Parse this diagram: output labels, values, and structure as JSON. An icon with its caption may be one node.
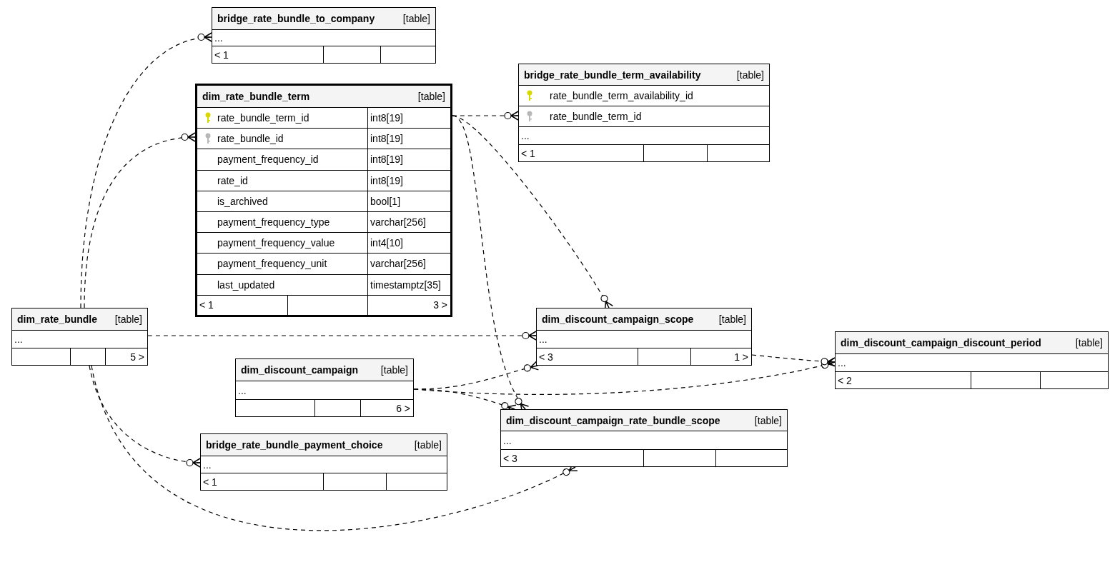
{
  "diagram": {
    "nodes": [
      {
        "text": [
          "bridge_rate_bundle_to_company",
          "[table]",
          "...",
          "< 1"
        ]
      },
      {
        "text": [
          "bridge_rate_bundle_term_availability",
          "[table]",
          "rate_bundle_term_availability_id",
          "rate_bundle_term_id",
          "...",
          "< 1"
        ]
      },
      {
        "text": [
          "dim_rate_bundle_term",
          "[table]",
          "rate_bundle_term_id",
          "int8[19]",
          "rate_bundle_id",
          "int8[19]",
          "payment_frequency_id",
          "int8[19]",
          "rate_id",
          "int8[19]",
          "is_archived",
          "bool[1]",
          "payment_frequency_type",
          "varchar[256]",
          "payment_frequency_value",
          "int4[10]",
          "payment_frequency_unit",
          "varchar[256]",
          "last_updated",
          "timestamptz[35]",
          "< 1",
          "3 >"
        ]
      },
      {
        "text": [
          "dim_rate_bundle",
          "[table]",
          "...",
          "5 >"
        ]
      },
      {
        "text": [
          "dim_discount_campaign_scope",
          "[table]",
          "...",
          "< 3",
          "1 >"
        ]
      },
      {
        "text": [
          "dim_discount_campaign_discount_period",
          "[table]",
          "...",
          "< 2"
        ]
      },
      {
        "text": [
          "dim_discount_campaign",
          "[table]",
          "...",
          "6 >"
        ]
      },
      {
        "text": [
          "bridge_rate_bundle_payment_choice",
          "[table]",
          "...",
          "< 1"
        ]
      },
      {
        "text": [
          "dim_discount_campaign_rate_bundle_scope",
          "[table]",
          "...",
          "< 3"
        ]
      }
    ],
    "edges": [
      {
        "from": 3,
        "to": 0,
        "arrow": "other",
        "style": "dashed"
      },
      {
        "from": 3,
        "to": 2,
        "arrow": "other",
        "style": "dashed"
      },
      {
        "from": 2,
        "to": 1,
        "arrow": "other",
        "style": "dashed"
      },
      {
        "from": 2,
        "to": 4,
        "arrow": "other",
        "style": "dashed"
      },
      {
        "from": 2,
        "to": 8,
        "arrow": "other",
        "style": "dashed"
      },
      {
        "from": 3,
        "to": 4,
        "arrow": "other",
        "style": "dashed"
      },
      {
        "from": 6,
        "to": 4,
        "arrow": "other",
        "style": "dashed"
      },
      {
        "from": 6,
        "to": 5,
        "arrow": "other",
        "style": "dashed"
      },
      {
        "from": 6,
        "to": 8,
        "arrow": "other",
        "style": "dashed"
      },
      {
        "from": 4,
        "to": 5,
        "arrow": "other",
        "style": "dashed"
      },
      {
        "from": 3,
        "to": 7,
        "arrow": "other",
        "style": "dashed"
      },
      {
        "from": 3,
        "to": 8,
        "arrow": "other",
        "style": "dashed"
      }
    ]
  }
}
